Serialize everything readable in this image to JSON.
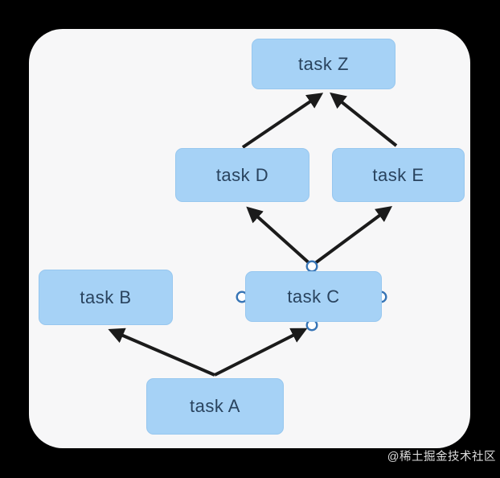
{
  "diagram": {
    "type": "task-dependency-flow",
    "nodes": [
      {
        "id": "task-z",
        "label": "task Z"
      },
      {
        "id": "task-d",
        "label": "task D"
      },
      {
        "id": "task-e",
        "label": "task E"
      },
      {
        "id": "task-b",
        "label": "task B"
      },
      {
        "id": "task-c",
        "label": "task C"
      },
      {
        "id": "task-a",
        "label": "task A"
      }
    ],
    "edges": [
      {
        "from": "task D",
        "to": "task Z"
      },
      {
        "from": "task E",
        "to": "task Z"
      },
      {
        "from": "task C",
        "to": "task D"
      },
      {
        "from": "task C",
        "to": "task E"
      },
      {
        "from": "task A",
        "to": "task B"
      },
      {
        "from": "task A",
        "to": "task C"
      }
    ],
    "handles_on_task_c": [
      "top",
      "bottom",
      "left",
      "right"
    ],
    "colors": {
      "page_background": "#000000",
      "canvas_background": "#f7f7f8",
      "node_fill": "#a6d2f6",
      "node_border": "#97c7ef",
      "node_text": "#29435e",
      "edge": "#1b1b1b",
      "handle_fill": "#ffffff",
      "handle_border": "#3674b5"
    }
  },
  "watermark": {
    "text": "@稀土掘金技术社区"
  }
}
